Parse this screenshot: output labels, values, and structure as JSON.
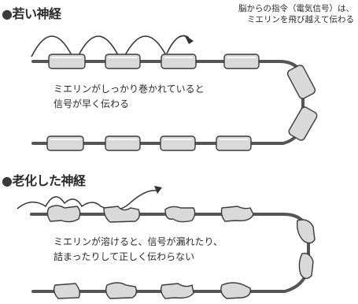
{
  "sections": {
    "young": {
      "heading": "若い神経",
      "note_line1": "脳からの指令（電気信号）は、",
      "note_line2": "ミエリンを飛び越えて伝わる",
      "caption_line1": "ミエリンがしっかり巻かれていると",
      "caption_line2": "信号が早く伝わる"
    },
    "aged": {
      "heading": "老化した神経",
      "caption_line1": "ミエリンが溶けると、信号が漏れたり、",
      "caption_line2": "詰まったりして正しく伝わらない"
    }
  },
  "bullet_glyph": "●",
  "colors": {
    "axon": "#555555",
    "myelin_fill": "#d9d9d9",
    "myelin_stroke": "#3a3a3a",
    "arc": "#333333",
    "text": "#2a2a2a"
  }
}
